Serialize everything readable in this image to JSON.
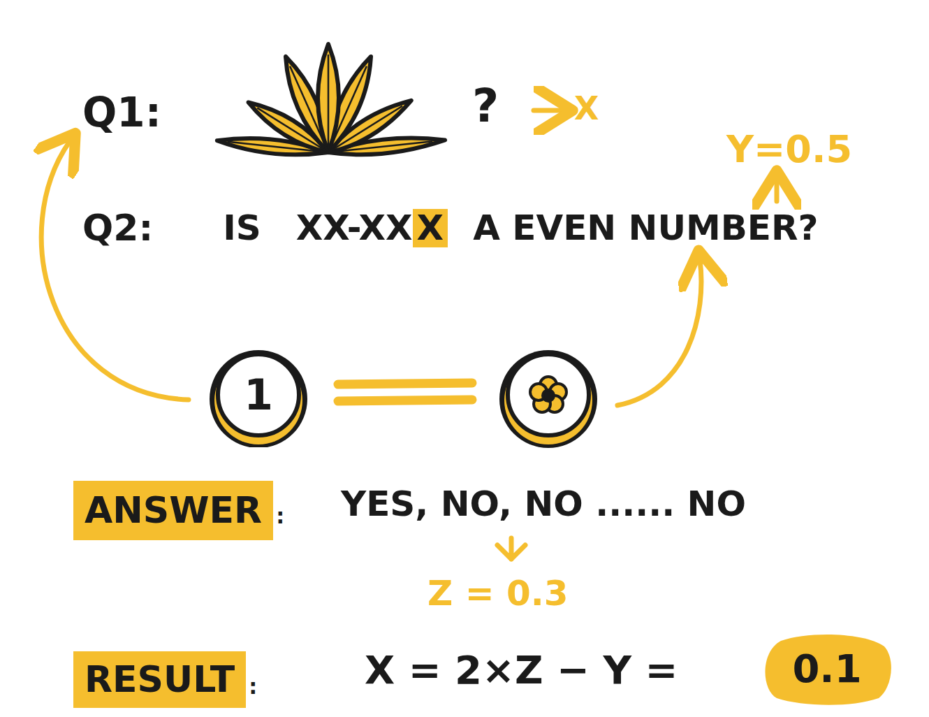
{
  "diagram": {
    "nodes": [
      {
        "text": [
          "X"
        ]
      },
      {
        "text": [
          "1"
        ]
      },
      {
        "text": [
          "ANSWER"
        ]
      },
      {
        "text": [
          "RESULT"
        ]
      },
      {
        "text": [
          "0.1"
        ]
      }
    ],
    "labels": [
      "Q1:",
      "?",
      "X",
      "Y=0.5",
      "Q2:",
      "IS",
      "XX-XX",
      "A EVEN NUMBER?",
      ":",
      "YES, NO, NO ...... NO",
      "Z = 0.3",
      ":",
      "X = 2×Z − Y ="
    ]
  }
}
